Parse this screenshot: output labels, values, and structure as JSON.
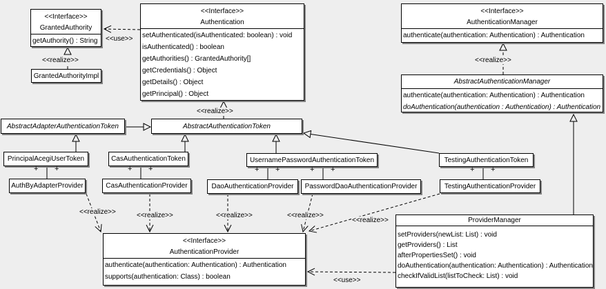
{
  "diagram": {
    "type": "uml-class-diagram",
    "subject": "Acegi / Spring Security authentication classes"
  },
  "colors": {
    "background": "#eeeeee",
    "node_fill": "#ffffff",
    "node_border": "#000000",
    "node_shadow": "#828282",
    "line": "#000000"
  },
  "labels": {
    "use_granted_authority": "<<use>>",
    "realize_granted_authority": "<<realize>>",
    "realize_authentication_manager": "<<realize>>",
    "realize_authentication": "<<realize>>",
    "realize_auth_by_adapter": "<<realize>>",
    "realize_cas": "<<realize>>",
    "realize_dao": "<<realize>>",
    "realize_password_dao": "<<realize>>",
    "realize_testing": "<<realize>>",
    "use_provider_manager": "<<use>>",
    "plus": "+"
  },
  "classes": {
    "granted_authority": {
      "stereotype": "<<Interface>>",
      "name": "GrantedAuthority",
      "methods": [
        "getAuthority() : String"
      ]
    },
    "granted_authority_impl": {
      "name": "GrantedAuthorityImpl"
    },
    "authentication": {
      "stereotype": "<<Interface>>",
      "name": "Authentication",
      "methods": [
        "setAuthenticated(isAuthenticated: boolean) : void",
        "isAuthenticated() : boolean",
        "getAuthorities() : GrantedAuthority[]",
        "getCredentials() : Object",
        "getDetails() : Object",
        "getPrincipal() : Object"
      ]
    },
    "authentication_manager": {
      "stereotype": "<<Interface>>",
      "name": "AuthenticationManager",
      "methods": [
        "authenticate(authentication: Authentication) : Authentication"
      ]
    },
    "abstract_authentication_manager": {
      "name": "AbstractAuthenticationManager",
      "abstract": true,
      "methods": [
        "authenticate(authentication: Authentication) : Authentication",
        "doAuthentication(authentication : Authentication) : Authentication"
      ]
    },
    "abstract_adapter_authentication_token": {
      "name": "AbstractAdapterAuthenticationToken",
      "abstract": true
    },
    "abstract_authentication_token": {
      "name": "AbstractAuthenticationToken",
      "abstract": true
    },
    "principal_acegi_user_token": {
      "name": "PrincipalAcegiUserToken"
    },
    "cas_authentication_token": {
      "name": "CasAuthenticationToken"
    },
    "username_password_authentication_token": {
      "name": "UsernamePasswordAuthenticationToken"
    },
    "testing_authentication_token": {
      "name": "TestingAuthenticationToken"
    },
    "auth_by_adapter_provider": {
      "name": "AuthByAdapterProvider"
    },
    "cas_authentication_provider": {
      "name": "CasAuthenticationProvider"
    },
    "dao_authentication_provider": {
      "name": "DaoAuthenticationProvider"
    },
    "password_dao_authentication_provider": {
      "name": "PasswordDaoAuthenticationProvider"
    },
    "testing_authentication_provider": {
      "name": "TestingAuthenticationProvider"
    },
    "authentication_provider": {
      "stereotype": "<<Interface>>",
      "name": "AuthenticationProvider",
      "methods": [
        "authenticate(authentication: Authentication) : Authentication",
        "supports(authentication: Class) : boolean"
      ]
    },
    "provider_manager": {
      "name": "ProviderManager",
      "methods": [
        "setProviders(newList: List) : void",
        "getProviders() : List",
        "afterPropertiesSet() : void",
        "doAuthentication(authentication: Authentication) : Authentication",
        "checkIfValidList(listToCheck: List) : void"
      ]
    }
  },
  "relationships": [
    {
      "from": "Authentication",
      "to": "GrantedAuthority",
      "type": "use"
    },
    {
      "from": "GrantedAuthorityImpl",
      "to": "GrantedAuthority",
      "type": "realize"
    },
    {
      "from": "AbstractAuthenticationManager",
      "to": "AuthenticationManager",
      "type": "realize"
    },
    {
      "from": "AbstractAuthenticationToken",
      "to": "Authentication",
      "type": "realize"
    },
    {
      "from": "AbstractAdapterAuthenticationToken",
      "to": "AbstractAuthenticationToken",
      "type": "generalization"
    },
    {
      "from": "PrincipalAcegiUserToken",
      "to": "AbstractAdapterAuthenticationToken",
      "type": "generalization"
    },
    {
      "from": "CasAuthenticationToken",
      "to": "AbstractAuthenticationToken",
      "type": "generalization"
    },
    {
      "from": "UsernamePasswordAuthenticationToken",
      "to": "AbstractAuthenticationToken",
      "type": "generalization"
    },
    {
      "from": "TestingAuthenticationToken",
      "to": "AbstractAuthenticationToken",
      "type": "generalization"
    },
    {
      "from": "ProviderManager",
      "to": "AbstractAuthenticationManager",
      "type": "generalization"
    },
    {
      "from": "PrincipalAcegiUserToken",
      "to": "AuthByAdapterProvider",
      "type": "association",
      "end_labels": [
        "+",
        "+"
      ]
    },
    {
      "from": "CasAuthenticationToken",
      "to": "CasAuthenticationProvider",
      "type": "association",
      "end_labels": [
        "+",
        "+"
      ]
    },
    {
      "from": "UsernamePasswordAuthenticationToken",
      "to": "DaoAuthenticationProvider",
      "type": "association",
      "end_labels": [
        "+",
        "+"
      ]
    },
    {
      "from": "UsernamePasswordAuthenticationToken",
      "to": "PasswordDaoAuthenticationProvider",
      "type": "association",
      "end_labels": [
        "+",
        "+"
      ]
    },
    {
      "from": "TestingAuthenticationToken",
      "to": "TestingAuthenticationProvider",
      "type": "association",
      "end_labels": [
        "+",
        "+"
      ]
    },
    {
      "from": "AuthByAdapterProvider",
      "to": "AuthenticationProvider",
      "type": "realize"
    },
    {
      "from": "CasAuthenticationProvider",
      "to": "AuthenticationProvider",
      "type": "realize"
    },
    {
      "from": "DaoAuthenticationProvider",
      "to": "AuthenticationProvider",
      "type": "realize"
    },
    {
      "from": "PasswordDaoAuthenticationProvider",
      "to": "AuthenticationProvider",
      "type": "realize"
    },
    {
      "from": "TestingAuthenticationProvider",
      "to": "AuthenticationProvider",
      "type": "realize"
    },
    {
      "from": "ProviderManager",
      "to": "AuthenticationProvider",
      "type": "use"
    }
  ]
}
